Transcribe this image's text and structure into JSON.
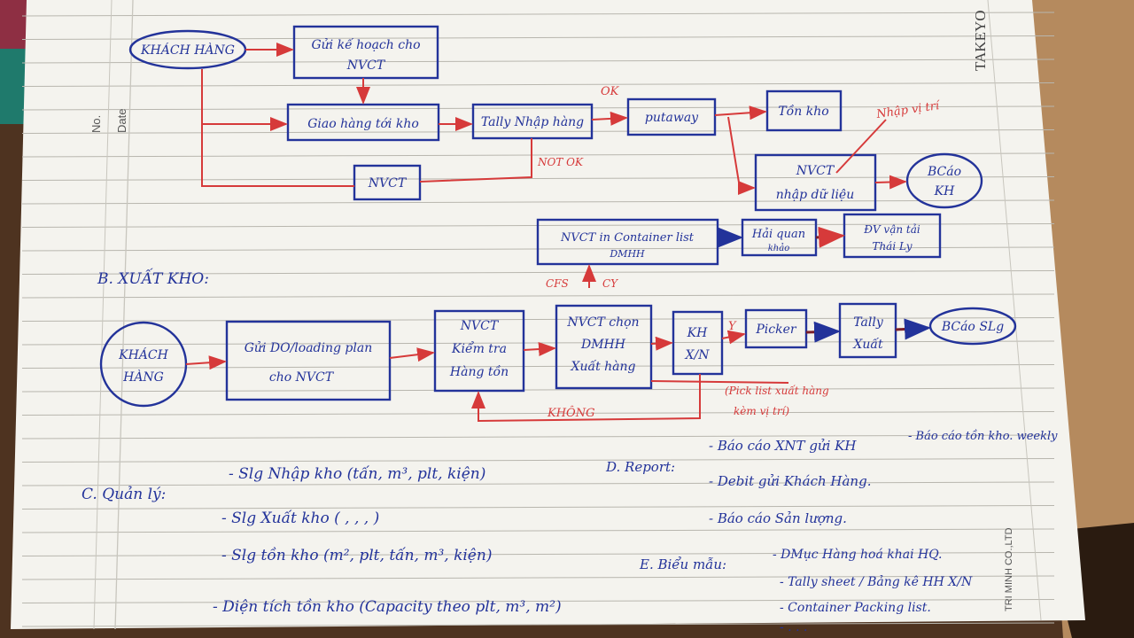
{
  "colors": {
    "ink_blue": "#23339a",
    "ink_red": "#d63a3a",
    "paper": "#f4f3ee",
    "desk": "#5a3b22"
  },
  "notebook": {
    "no_label": "No.",
    "date_label": "Date",
    "brand": "TAKEYO",
    "company": "TRI MINH CO.,LTD"
  },
  "import_flow": {
    "customer": "KHÁCH HÀNG",
    "send_plan": [
      "Gửi kế hoạch cho",
      "NVCT"
    ],
    "deliver": "Giao hàng tới kho",
    "tally_in": "Tally Nhập hàng",
    "putaway": "putaway",
    "stock": "Tồn kho",
    "nvct": "NVCT",
    "nvct_enter": [
      "NVCT",
      "nhập dữ liệu"
    ],
    "report_kh": [
      "BCáo",
      "KH"
    ],
    "label_ok": "OK",
    "label_not_ok": "NOT OK",
    "label_location": "Nhập vị trí"
  },
  "customs": {
    "print_container": [
      "NVCT in Container list",
      "DMHH"
    ],
    "customs_box": [
      "Hải quan",
      "khảo"
    ],
    "transport_box": [
      "ĐV vận tải",
      "Thái Ly"
    ],
    "label_cfs": "CFS",
    "label_cy": "CY"
  },
  "section_b": "B. XUẤT KHO:",
  "export_flow": {
    "customer": [
      "KHÁCH",
      "HÀNG"
    ],
    "send_do": [
      "Gửi DO/loading plan",
      "cho NVCT"
    ],
    "nvct_check": [
      "NVCT",
      "Kiểm tra",
      "Hàng tồn"
    ],
    "nvct_choose": [
      "NVCT chọn",
      "DMHH",
      "Xuất hàng"
    ],
    "kh_xn": [
      "KH",
      "X/N"
    ],
    "picker": "Picker",
    "tally_out": [
      "Tally",
      "Xuất"
    ],
    "report_out": "BCáo SLg",
    "label_yes": "Y",
    "label_no": "KHÔNG",
    "picklist": [
      "(Pick list xuất hàng",
      "kèm vị trí)"
    ]
  },
  "section_c": {
    "title": "C. Quản lý:",
    "items": [
      "- Slg Nhập kho (tấn, m³, plt, kiện)",
      "- Slg Xuất kho (    ,    ,    ,    )",
      "- Slg tồn kho (m², plt, tấn, m³, kiện)",
      "- Diện tích tồn kho (Capacity theo plt, m³, m²)"
    ]
  },
  "section_d": {
    "title": "D. Report:",
    "items": [
      "- Báo cáo XNT gửi KH",
      "- Báo cáo tồn kho. weekly",
      "- Debit gửi Khách Hàng.",
      "- Báo cáo Sản lượng."
    ]
  },
  "section_e": {
    "title": "E. Biểu mẫu:",
    "items": [
      "- DMục Hàng hoá khai HQ.",
      "- Tally sheet / Bảng kê HH X/N",
      "- Container Packing list.",
      "- . . ."
    ]
  }
}
